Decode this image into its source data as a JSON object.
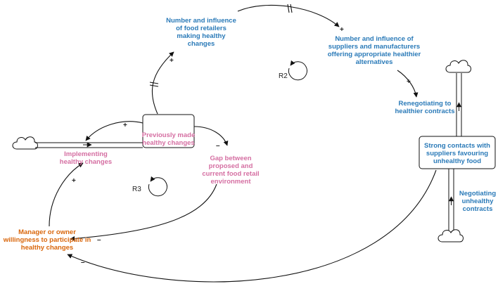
{
  "variables": {
    "retailers": "Number and influence\nof food retailers\nmaking healthy\nchanges",
    "suppliers": "Number and influence of\nsuppliers and manufacturers\noffering appropriate healthier\nalternatives",
    "renegotiating": "Renegotiating to\nhealthier contracts",
    "strong_contacts": "Strong contacts with\nsuppliers favouring\nunhealthy food",
    "negotiating": "Negotiating\nunhealthy\ncontracts",
    "previously_made": "Previously made\nhealthy changes",
    "implementing": "Implementing\nhealthy changes",
    "gap": "Gap between\nproposed and\ncurrent food retail\nenvironment",
    "manager": "Manager or owner\nwillingness to participate in\nhealthy changes"
  },
  "loops": {
    "r2": "R2",
    "r3": "R3"
  },
  "signs": {
    "s1": "+",
    "s2": "+",
    "s3": "+",
    "s4": "+",
    "s5": "–",
    "s6": "+",
    "s7": "–",
    "s8": "–"
  },
  "colors": {
    "blue": "#2a7ab8",
    "pink": "#d56fa2",
    "orange": "#d9660b",
    "line": "#111111"
  }
}
